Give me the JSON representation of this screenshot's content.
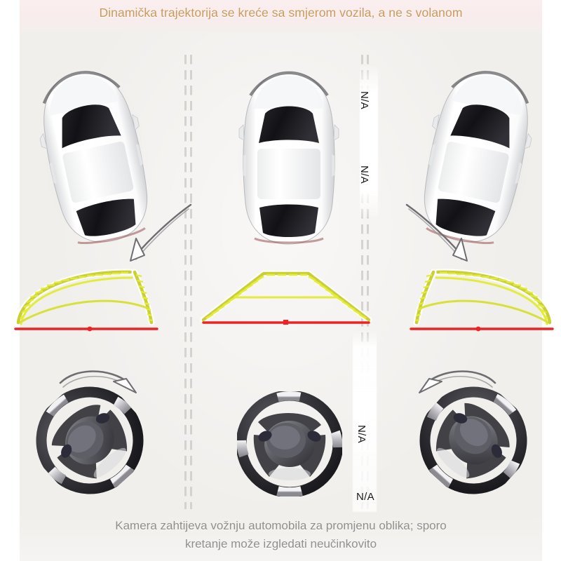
{
  "header": {
    "title": "Dinamička trajektorija se kreće sa smjerom vozila, a ne s volanom",
    "title_color": "#c89a5d"
  },
  "footer": {
    "caption_line1": "Kamera zahtijeva vožnju automobila za promjenu oblika; sporo",
    "caption_line2": "kretanje može izgledati neučinkovito",
    "caption_color": "#8f8f8d"
  },
  "labels": {
    "na_top_1": "N/A",
    "na_top_2": "N/A",
    "na_bottom_1": "N/A",
    "na_bottom_2": "N/A"
  },
  "colors": {
    "background": "#ffffff",
    "panel": "#f1efec",
    "header_band": "#f8ecec",
    "guide_yellow": "#e3ec3c",
    "guide_yellow_dark": "#c9cf34",
    "guide_red": "#ee2222",
    "guide_white": "#ffffff",
    "divider_dash": "#cfcdc9",
    "car_body": "#ffffff",
    "car_glass": "#1b1b1f",
    "wheel_rim": "#3a3a3e",
    "arrow_stroke": "#6e6e72"
  },
  "panels": [
    {
      "id": "left",
      "name": "turn-left",
      "car_rotation_deg": -12,
      "wheel_rotation_deg": -42,
      "trajectory": "curved-left",
      "arrow_direction": "down-left",
      "wheel_arrow_direction": "right"
    },
    {
      "id": "center",
      "name": "straight",
      "car_rotation_deg": 0,
      "wheel_rotation_deg": 0,
      "trajectory": "straight",
      "arrow_direction": "none",
      "wheel_arrow_direction": "none"
    },
    {
      "id": "right",
      "name": "turn-right",
      "car_rotation_deg": 12,
      "wheel_rotation_deg": 42,
      "trajectory": "curved-right",
      "arrow_direction": "down-right",
      "wheel_arrow_direction": "left"
    }
  ],
  "chart_data": {
    "type": "diagram",
    "title": "Dinamička trajektorija se kreće sa smjerom vozila, a ne s volanom",
    "columns": [
      "left",
      "center",
      "right"
    ],
    "rows": [
      "vehicle-top-view",
      "camera-trajectory-overlay",
      "steering-wheel"
    ],
    "notes": [
      "N/A",
      "N/A",
      "N/A",
      "N/A"
    ]
  }
}
